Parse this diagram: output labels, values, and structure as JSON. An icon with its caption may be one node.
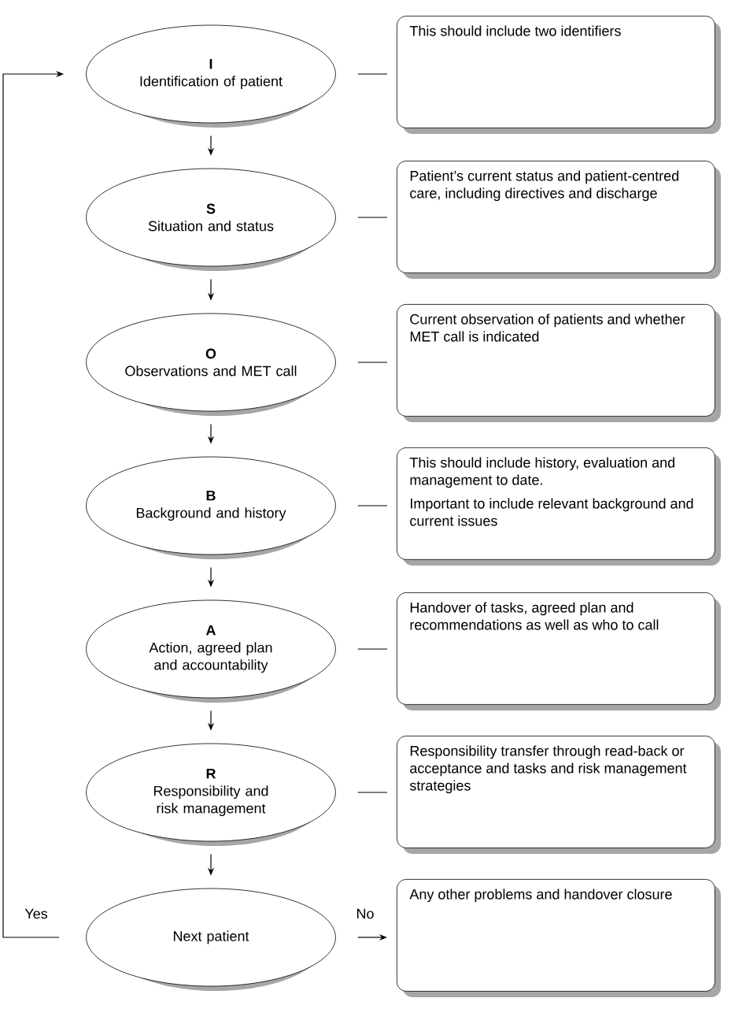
{
  "diagram": {
    "nodes": [
      {
        "text": [
          "I",
          "Identification of patient"
        ]
      },
      {
        "text": [
          "This should include two identifiers"
        ]
      },
      {
        "text": [
          "S",
          "Situation and status"
        ]
      },
      {
        "text": [
          "Patient’s current status and patient-centred care, including directives and discharge"
        ]
      },
      {
        "text": [
          "O",
          "Observations and MET call"
        ]
      },
      {
        "text": [
          "Current observation of patients and whether MET call is indicated"
        ]
      },
      {
        "text": [
          "B",
          "Background and history"
        ]
      },
      {
        "text": [
          "This should include history, evaluation and management to date.",
          "Important to include relevant background and current issues"
        ]
      },
      {
        "text": [
          "A",
          "Action, agreed plan and accountability"
        ]
      },
      {
        "text": [
          "Handover of tasks, agreed plan and recommendations as well as who to call"
        ]
      },
      {
        "text": [
          "R",
          "Responsibility and risk management"
        ]
      },
      {
        "text": [
          "Responsibility transfer through read-back or acceptance and tasks and risk management strategies"
        ]
      },
      {
        "text": [
          "Next patient"
        ]
      },
      {
        "text": [
          "Any other problems and handover closure"
        ]
      }
    ],
    "edges": [
      {
        "from": 0,
        "to": 1,
        "arrow": "none"
      },
      {
        "from": 0,
        "to": 2,
        "arrow": "to"
      },
      {
        "from": 2,
        "to": 3,
        "arrow": "none"
      },
      {
        "from": 2,
        "to": 4,
        "arrow": "to"
      },
      {
        "from": 4,
        "to": 5,
        "arrow": "none"
      },
      {
        "from": 4,
        "to": 6,
        "arrow": "to"
      },
      {
        "from": 6,
        "to": 7,
        "arrow": "none"
      },
      {
        "from": 6,
        "to": 8,
        "arrow": "to"
      },
      {
        "from": 8,
        "to": 9,
        "arrow": "none"
      },
      {
        "from": 8,
        "to": 10,
        "arrow": "to"
      },
      {
        "from": 10,
        "to": 11,
        "arrow": "none"
      },
      {
        "from": 10,
        "to": 12,
        "arrow": "to"
      },
      {
        "from": 12,
        "to": 13,
        "arrow": "to",
        "label": "No"
      },
      {
        "from": 12,
        "to": 0,
        "arrow": "to",
        "label": "Yes"
      }
    ]
  }
}
